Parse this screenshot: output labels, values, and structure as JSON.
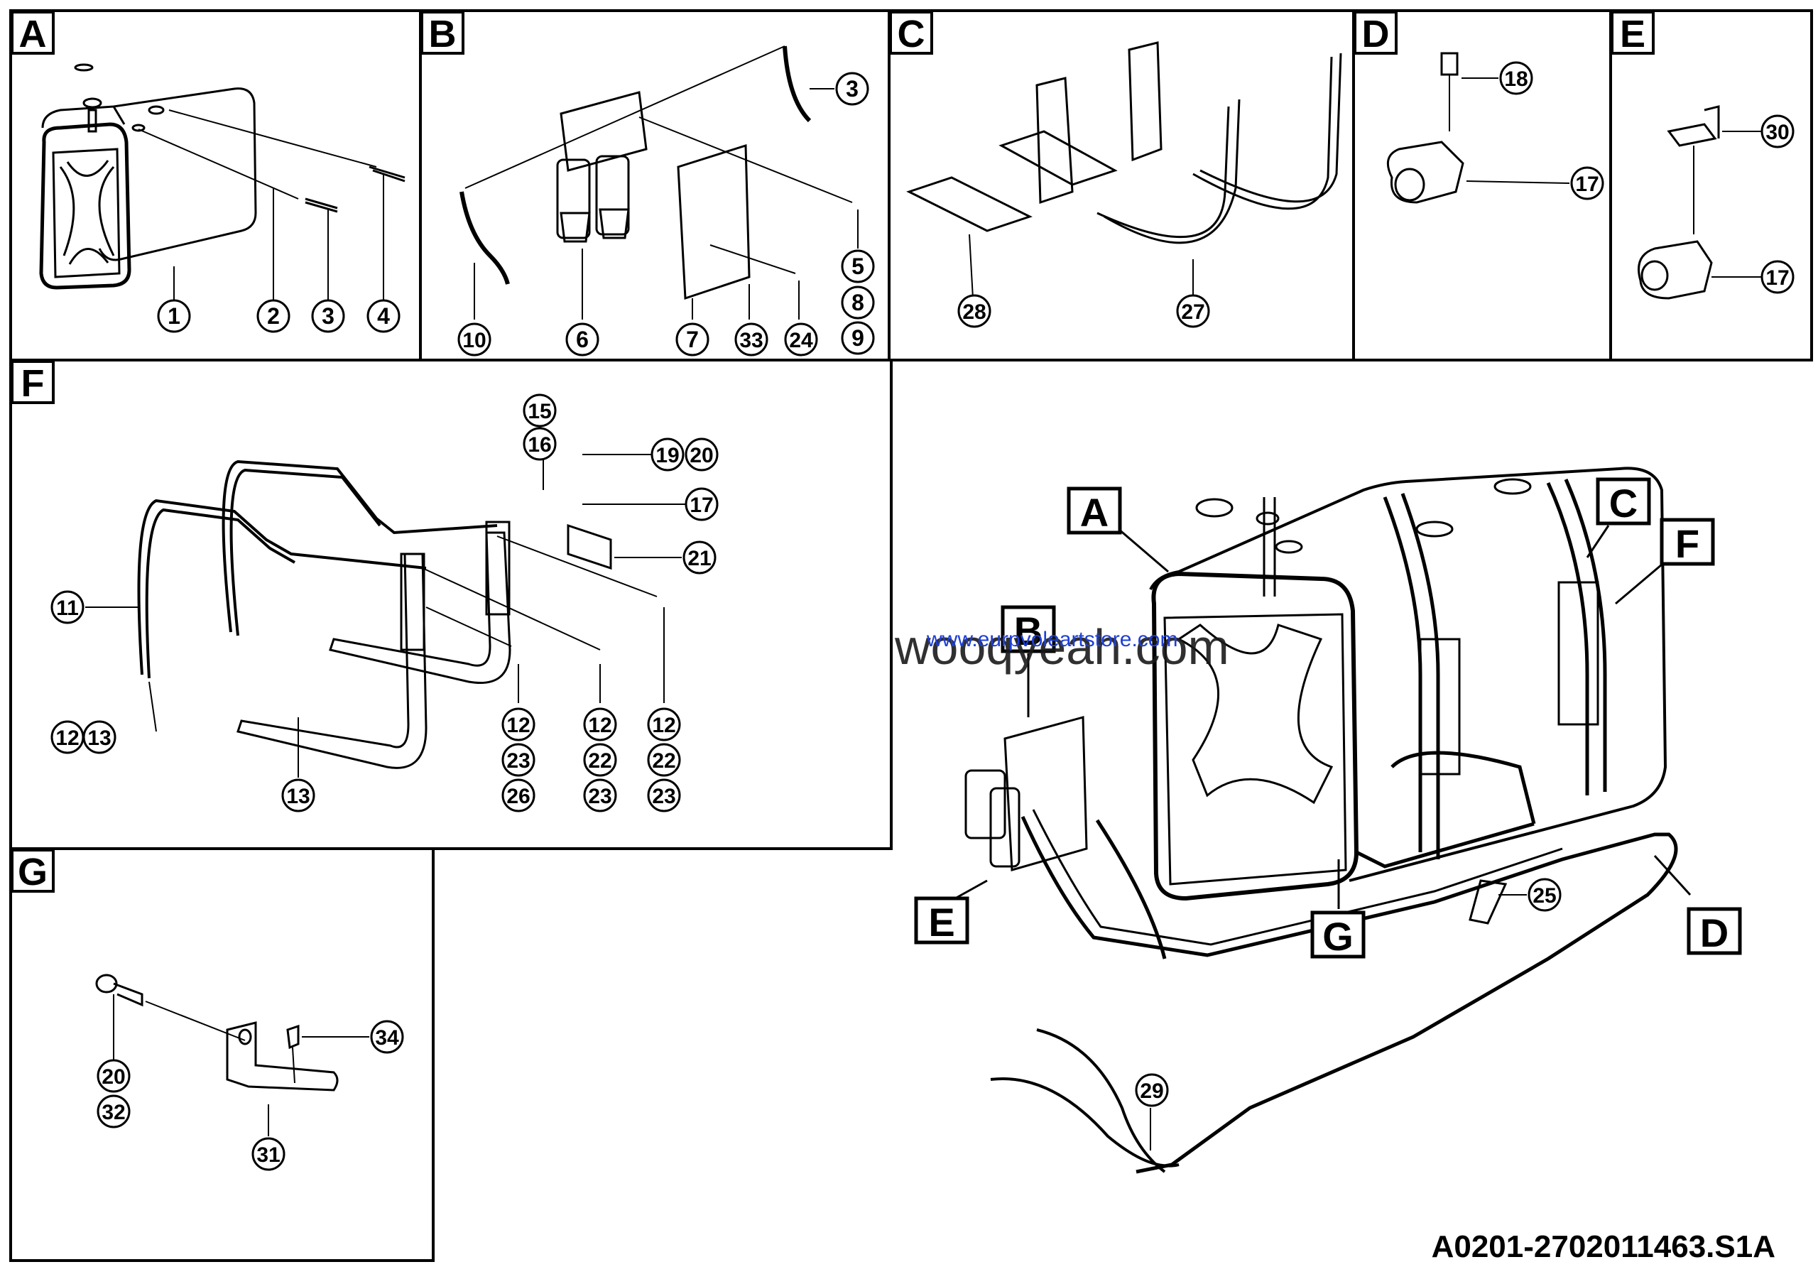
{
  "panels": [
    {
      "letter": "A",
      "callouts": [
        "1",
        "2",
        "3",
        "4"
      ]
    },
    {
      "letter": "B",
      "callouts": [
        "3",
        "10",
        "6",
        "7",
        "33",
        "24",
        "5",
        "8",
        "9"
      ]
    },
    {
      "letter": "C",
      "callouts": [
        "28",
        "27"
      ]
    },
    {
      "letter": "D",
      "callouts": [
        "18",
        "17"
      ]
    },
    {
      "letter": "E",
      "callouts": [
        "30",
        "17"
      ]
    },
    {
      "letter": "F",
      "callouts": [
        "15",
        "16",
        "19",
        "20",
        "17",
        "21",
        "11",
        "12",
        "13",
        "13",
        "12",
        "23",
        "26",
        "12",
        "22",
        "23",
        "12",
        "22",
        "23"
      ]
    },
    {
      "letter": "G",
      "callouts": [
        "34",
        "20",
        "32",
        "31"
      ]
    }
  ],
  "assembly": {
    "labels": [
      "A",
      "B",
      "C",
      "D",
      "E",
      "F",
      "G"
    ],
    "callouts": [
      "25",
      "29"
    ]
  },
  "watermark": {
    "main": "wooqyeah.com",
    "url": "www.eurpvoleartstore.com",
    "main_color": "#1a1a1a",
    "url_color": "#1f3fd6"
  },
  "drawing_number": "A0201-2702011463.S1A",
  "colors": {
    "line": "#000000",
    "background": "#ffffff"
  }
}
